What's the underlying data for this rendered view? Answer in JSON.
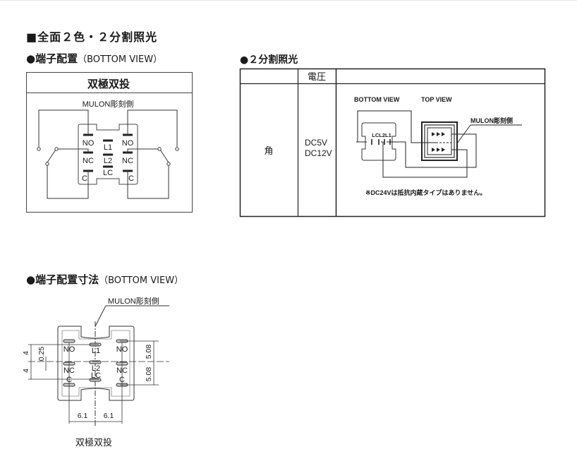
{
  "title": "■全面２色・２分割照光",
  "section1": {
    "heading": "●端子配置",
    "heading_sub": "（BOTTOM VIEW）",
    "box_title": "双極双投",
    "engraving_label": "MULON彫刻側",
    "terminals_left": [
      "NO",
      "NC",
      "C"
    ],
    "terminals_right": [
      "NO",
      "NC",
      "C"
    ],
    "lamp_terminals": [
      "L1",
      "L2",
      "LC"
    ]
  },
  "section2": {
    "heading": "●２分割照光",
    "table": {
      "header": [
        "",
        "電圧",
        ""
      ],
      "row": {
        "shape": "角",
        "voltages": [
          "DC5V",
          "DC12V"
        ]
      }
    },
    "bottom_view_label": "BOTTOM VIEW",
    "top_view_label": "TOP VIEW",
    "engraving_label": "MULON彫刻側",
    "terminal_labels": "LCL2L1",
    "note": "※DC24Vは抵抗内蔵タイプはありません。"
  },
  "section3": {
    "heading": "●端子配置寸法",
    "heading_sub": "（BOTTOM VIEW）",
    "engraving_label": "MULON彫刻側",
    "terminals_left": [
      "NO",
      "NC",
      "C"
    ],
    "terminals_right": [
      "NO",
      "NC",
      "C"
    ],
    "lamp_terminals": [
      "L1",
      "L2",
      "LC"
    ],
    "dimensions": {
      "left_upper": "4",
      "left_lower": "4",
      "offset": "0.25",
      "right_upper": "5.08",
      "right_lower": "5.08",
      "bottom_left": "6.1",
      "bottom_right": "6.1"
    },
    "caption": "双極双投"
  }
}
